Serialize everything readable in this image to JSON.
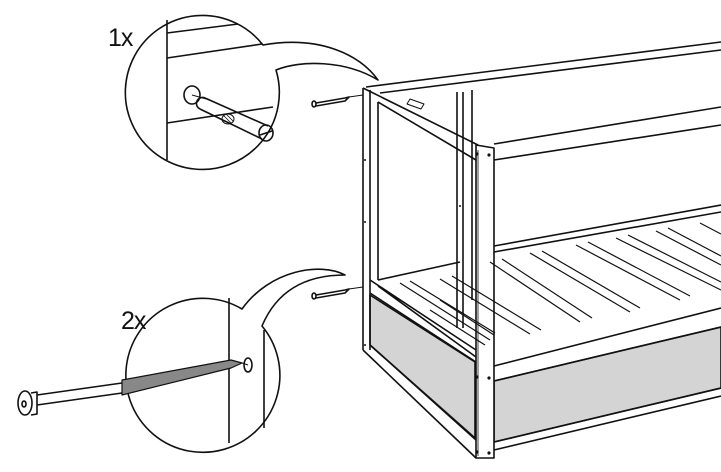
{
  "callouts": [
    {
      "quantity": "1x",
      "part": "cam-lock-dowel"
    },
    {
      "quantity": "2x",
      "part": "long-bolt"
    }
  ],
  "colors": {
    "line": "#111111",
    "panel": "#d4d4d4",
    "background": "#ffffff"
  }
}
